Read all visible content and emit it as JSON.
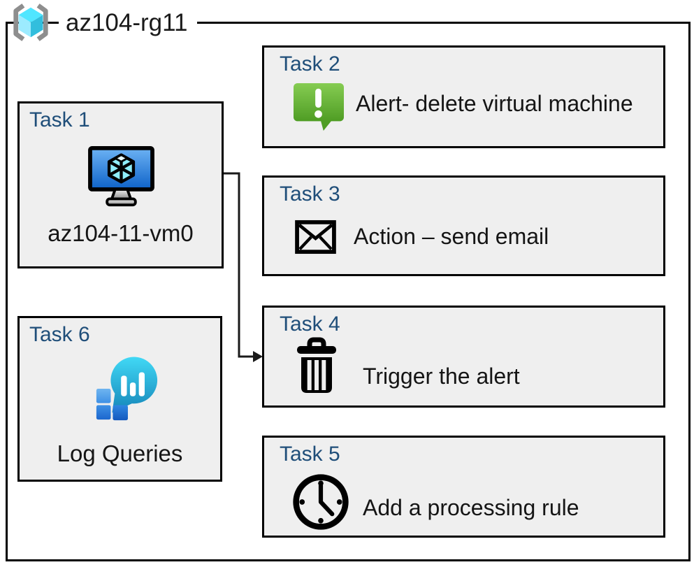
{
  "resource_group": {
    "name": "az104-rg11",
    "icon": "resource-group-icon"
  },
  "tasks": [
    {
      "title": "Task 1",
      "label": "az104-11-vm0",
      "icon": "virtual-machine-icon"
    },
    {
      "title": "Task 2",
      "label": "Alert- delete virtual machine",
      "icon": "alert-icon"
    },
    {
      "title": "Task 3",
      "label": "Action – send email",
      "icon": "email-icon"
    },
    {
      "title": "Task 4",
      "label": "Trigger the alert",
      "icon": "trash-icon"
    },
    {
      "title": "Task 5",
      "label": "Add a processing rule",
      "icon": "clock-icon"
    },
    {
      "title": "Task 6",
      "label": "Log Queries",
      "icon": "log-analytics-icon"
    }
  ],
  "connector": {
    "from": "Task 1",
    "to": "Task 4"
  },
  "colors": {
    "task_title": "#1F4E79",
    "box_background": "#EFEFEF",
    "border": "#000000",
    "alert_green": "#5FAE33",
    "vm_screen_blue": "#2D7FD9",
    "log_cyan": "#25AEDB",
    "log_square_blue": "#2F86E2",
    "rg_cube_cyan": "#50E6FF",
    "rg_bracket_gray": "#8E8E8E"
  }
}
